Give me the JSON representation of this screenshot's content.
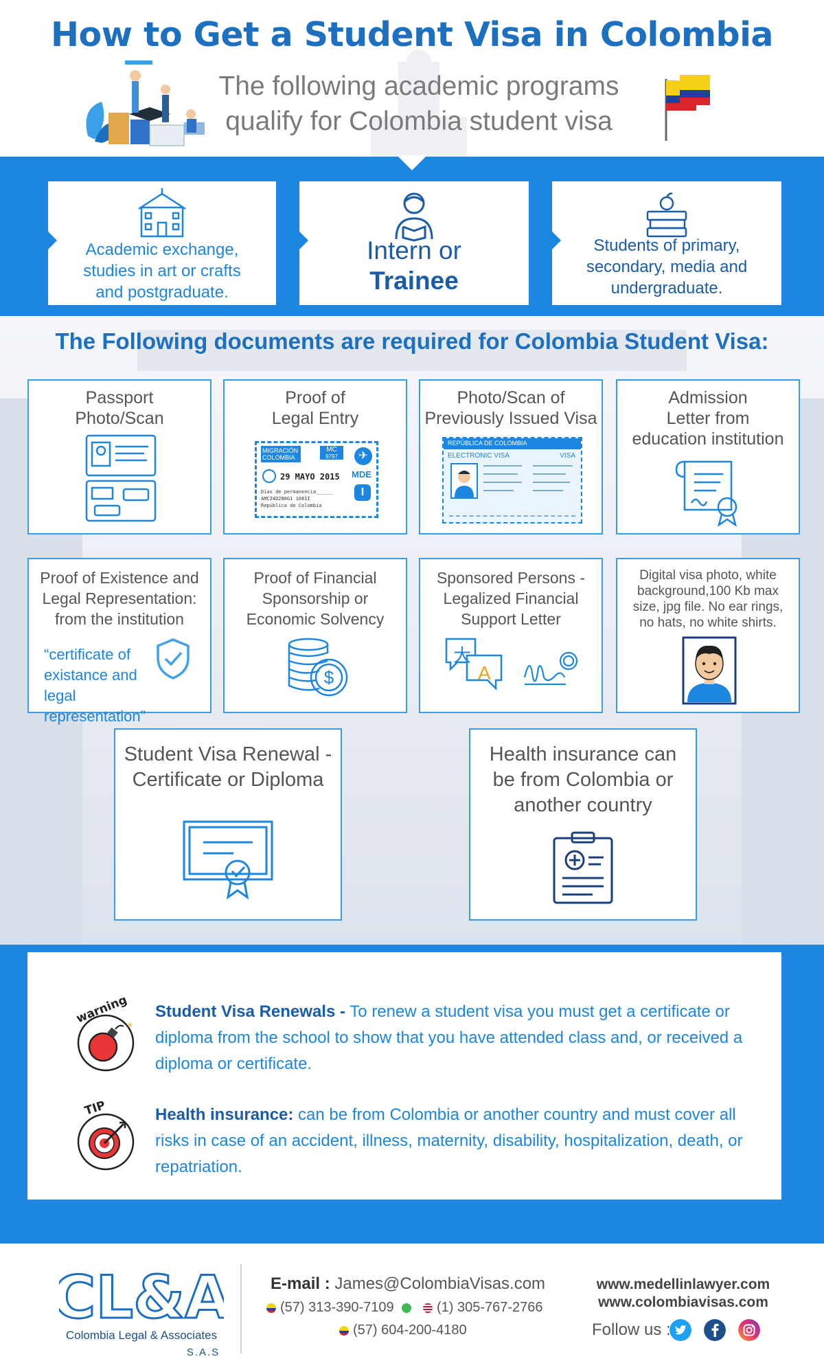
{
  "header": {
    "title": "How to Get a Student Visa in Colombia",
    "subtitle_line1": "The following academic programs",
    "subtitle_line2": "qualify for Colombia student visa"
  },
  "programs": [
    {
      "icon": "university-icon",
      "lines": [
        "Academic exchange,",
        "studies in art or crafts",
        "and postgraduate."
      ]
    },
    {
      "icon": "student-reading-icon",
      "line1": "Intern or",
      "line2": "Trainee"
    },
    {
      "icon": "books-apple-icon",
      "lines": [
        "Students of primary,",
        "secondary, media and",
        "undergraduate."
      ]
    }
  ],
  "documents_title": "The Following documents are required for Colombia Student Visa:",
  "documents": [
    {
      "title": [
        "Passport",
        "Photo/Scan"
      ],
      "icon": "passport-icon"
    },
    {
      "title": [
        "Proof of",
        "Legal Entry"
      ],
      "icon": "entry-stamp-icon",
      "stamp": {
        "header": "MIGRACIÓN COLOMBIA",
        "code": "MC",
        "code_num": "9797",
        "date": "29 MAYO 2015",
        "airport": "MDE",
        "letter": "I",
        "line1": "Días de permanencia______",
        "line2": "AMC24D280G1 1081I",
        "line3": "República de Colombia"
      }
    },
    {
      "title": [
        "Photo/Scan of",
        "Previously Issued Visa"
      ],
      "icon": "visa-card-icon",
      "visa": {
        "country": "REPÚBLICA DE COLOMBIA",
        "type": "ELECTRONIC VISA",
        "tag": "VISA"
      }
    },
    {
      "title": [
        "Admission",
        "Letter from",
        "education institution"
      ],
      "icon": "certificate-scroll-icon"
    },
    {
      "title": [
        "Proof of Existence and",
        "Legal Representation:",
        "from the institution"
      ],
      "icon": "shield-check-icon",
      "quote": [
        "“certificate of",
        "existance and",
        "legal representation”"
      ]
    },
    {
      "title": [
        "Proof of Financial",
        "Sponsorship or",
        "Economic Solvency"
      ],
      "icon": "coins-dollar-icon"
    },
    {
      "title": [
        "Sponsored Persons -",
        "Legalized Financial",
        "Support Letter"
      ],
      "icon": "translation-signature-icon",
      "glyph1": "大",
      "glyph2": "A"
    },
    {
      "title": [
        "Digital visa photo, white",
        "background,100 Kb max",
        "size, jpg file. No ear rings,",
        "no hats, no white shirts."
      ],
      "icon": "portrait-photo-icon"
    },
    {
      "title": [
        "Student Visa Renewal -",
        "Certificate or Diploma"
      ],
      "icon": "diploma-icon"
    },
    {
      "title": [
        "Health insurance can",
        "be from Colombia or",
        "another country"
      ],
      "icon": "medical-clipboard-icon"
    }
  ],
  "notes": [
    {
      "badge": "warning",
      "icon": "bomb-icon",
      "lead": "Student Visa Renewals -",
      "text": " To renew a student visa you must get a certificate or diploma from the school to show that you have attended class and, or received a diploma or certificate."
    },
    {
      "badge": "TIP",
      "icon": "target-icon",
      "lead": "Health insurance:",
      "text": " can be from Colombia or another country and must cover all risks in case of an accident, illness, maternity, disability, hospitalization, death, or repatriation."
    }
  ],
  "footer": {
    "logo_text": "CL&A",
    "company": "Colombia Legal & Associates",
    "sas": "S.A.S",
    "email_label": "E-mail :",
    "email": "James@ColombiaVisas.com",
    "phone1": "(57) 313-390-7109",
    "phone2": "(1) 305-767-2766",
    "phone3": "(57) 604-200-4180",
    "site1": "www.medellinlawyer.com",
    "site2": "www.colombiavisas.com",
    "follow": "Follow us :",
    "social": [
      "twitter-icon",
      "facebook-icon",
      "instagram-icon"
    ]
  },
  "colors": {
    "primary_blue": "#1c86e0",
    "title_blue": "#1d6fc0",
    "dark_blue": "#1a5ca8",
    "flag_yellow": "#f7d117",
    "flag_blue": "#1f3f99",
    "flag_red": "#d9262b"
  }
}
